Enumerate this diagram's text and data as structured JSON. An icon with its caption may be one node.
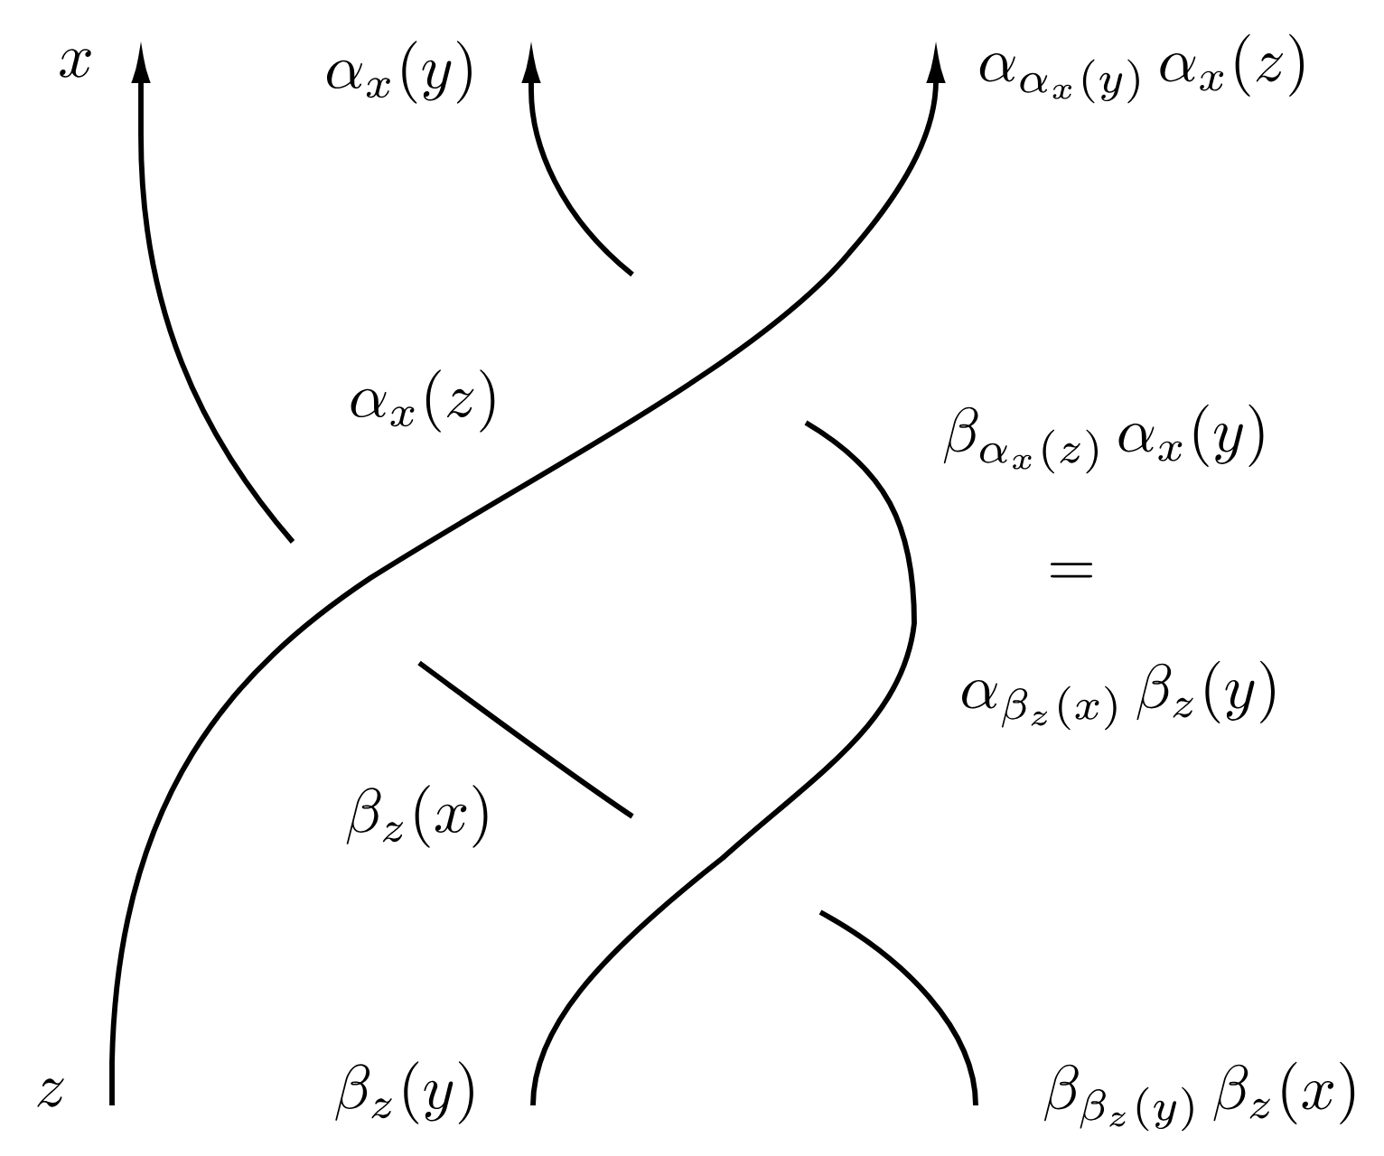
{
  "diagram": {
    "labels": [
      "x",
      "\\alpha_x(y)",
      "\\alpha_{\\alpha_x(y)}\\,\\alpha_x(z)",
      "\\alpha_x(z)",
      "\\beta_{\\alpha_x(z)}\\,\\alpha_x(y)",
      "=",
      "\\alpha_{\\beta_z(x)}\\,\\beta_z(y)",
      "\\beta_z(x)",
      "z",
      "\\beta_z(y)",
      "\\beta_{\\beta_z(y)}\\,\\beta_z(x)"
    ]
  }
}
